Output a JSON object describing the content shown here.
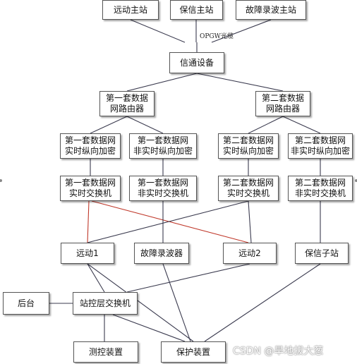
{
  "nodes": {
    "yd_master": "远动主站",
    "bx_master": "保信主站",
    "gz_master": "故障录波主站",
    "comm": "信通设备",
    "router1": "第一套数据\n网路由器",
    "router2": "第二套数据\n网路由器",
    "enc1_rt": "第一套数据网\n实时纵向加密",
    "enc1_nrt": "第一套数据网\n非实时纵向加密",
    "enc2_rt": "第二套数据网\n实时纵向加密",
    "enc2_nrt": "第二套数据网\n非实时纵向加密",
    "sw1_rt": "第一套数据网\n实时交换机",
    "sw1_nrt": "第一套数据网\n非实时交换机",
    "sw2_rt": "第二套数据网\n实时交换机",
    "sw2_nrt": "第二套数据网\n非实时交换机",
    "yd1": "远动1",
    "recorder": "故障录波器",
    "yd2": "远动2",
    "bx_sub": "保信子站",
    "backend": "后台",
    "station_sw": "站控层交换机",
    "measure": "测控装置",
    "protect": "保护装置"
  },
  "labels": {
    "opgw": "OPGW光缆"
  },
  "watermark": "CSDN @旱地拔大葱",
  "colors": {
    "line": "#3b3b4f",
    "highlight": "#c0392b"
  }
}
